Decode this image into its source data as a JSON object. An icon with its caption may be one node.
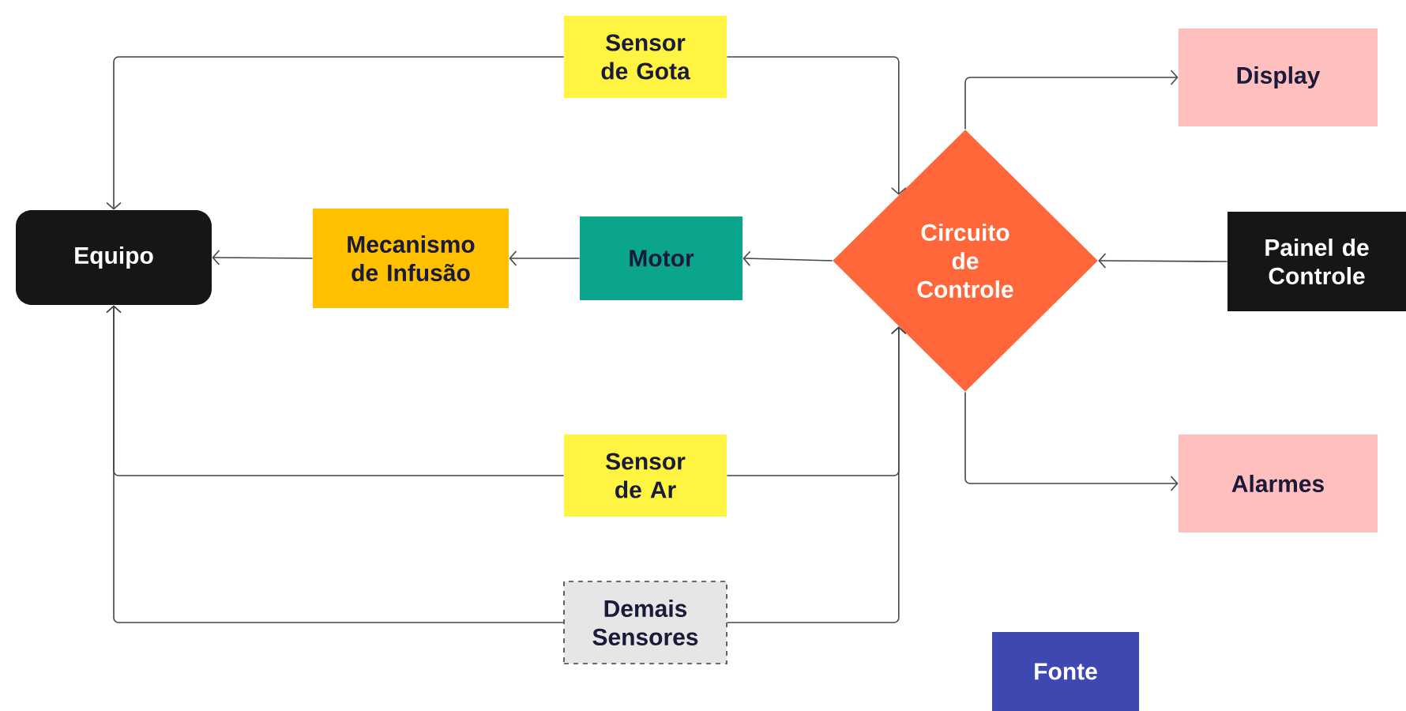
{
  "diagram": {
    "nodes": [
      {
        "text": [
          "Sensor de Gota"
        ]
      },
      {
        "text": [
          "Equipo"
        ]
      },
      {
        "text": [
          "Mecanismo de Infusão"
        ]
      },
      {
        "text": [
          "Motor"
        ]
      },
      {
        "text": [
          "Circuito de Controle"
        ]
      },
      {
        "text": [
          "Display"
        ]
      },
      {
        "text": [
          "Painel de Controle"
        ]
      },
      {
        "text": [
          "Sensor de Ar"
        ]
      },
      {
        "text": [
          "Alarmes"
        ]
      },
      {
        "text": [
          "Demais Sensores"
        ]
      },
      {
        "text": [
          "Fonte"
        ]
      }
    ],
    "edges": [
      {
        "from": 0,
        "to": 1,
        "arrow": "to"
      },
      {
        "from": 0,
        "to": 4,
        "arrow": "to"
      },
      {
        "from": 4,
        "to": 3,
        "arrow": "to"
      },
      {
        "from": 3,
        "to": 2,
        "arrow": "to"
      },
      {
        "from": 2,
        "to": 1,
        "arrow": "to"
      },
      {
        "from": 6,
        "to": 4,
        "arrow": "to"
      },
      {
        "from": 4,
        "to": 5,
        "arrow": "to"
      },
      {
        "from": 4,
        "to": 8,
        "arrow": "to"
      },
      {
        "from": 7,
        "to": 1,
        "arrow": "to"
      },
      {
        "from": 7,
        "to": 4,
        "arrow": "to"
      },
      {
        "from": 9,
        "to": 1,
        "arrow": "to"
      },
      {
        "from": 9,
        "to": 4,
        "arrow": "to"
      }
    ]
  }
}
